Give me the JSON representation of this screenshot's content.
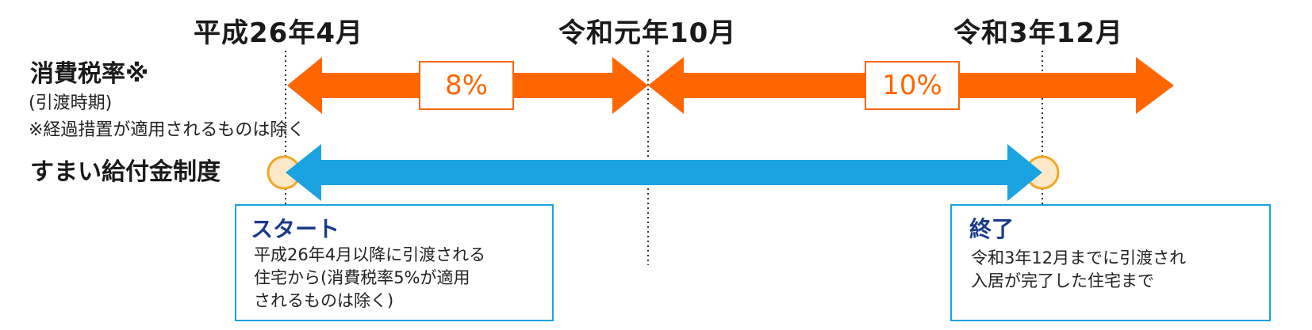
{
  "dates": {
    "d1": "平成26年4月",
    "d2": "令和元年10月",
    "d3": "令和3年12月"
  },
  "labels": {
    "rate_title": "消費税率※",
    "rate_sub": "(引渡時期)",
    "rate_note": "※経過措置が適用されるものは除く",
    "grant_title": "すまい給付金制度"
  },
  "rates": {
    "rate1": "8%",
    "rate2": "10%"
  },
  "start": {
    "title": "スタート",
    "text": "平成26年4月以降に引渡される\n住宅から(消費税率5%が適用\nされるものは除く)"
  },
  "end": {
    "title": "終了",
    "text": "令和3年12月までに引渡され\n入居が完了した住宅まで"
  },
  "colors": {
    "orange": "#ff6600",
    "blue": "#1aa3e0",
    "circle_fill": "#fde9c8",
    "circle_stroke": "#f5a623"
  }
}
